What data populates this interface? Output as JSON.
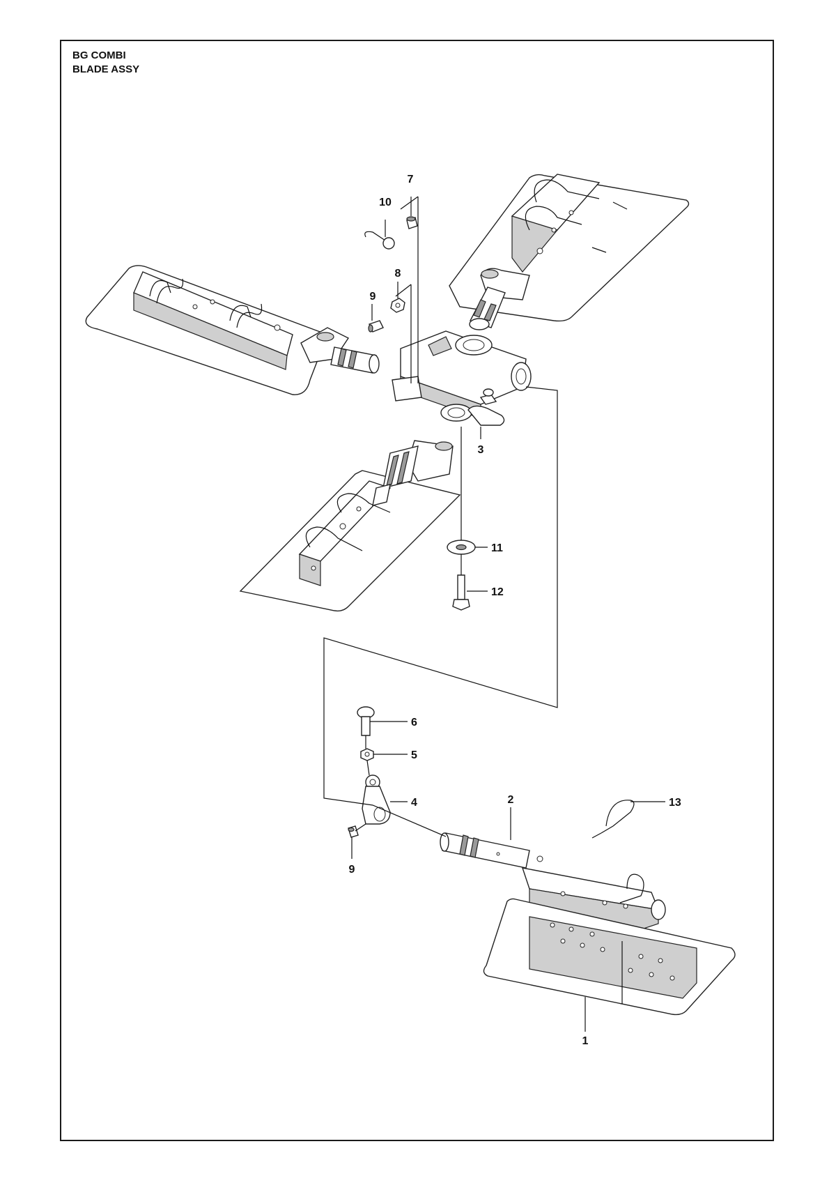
{
  "title": {
    "line1": "BG COMBI",
    "line2": "BLADE ASSY"
  },
  "callouts": [
    {
      "id": "c1",
      "label": "1"
    },
    {
      "id": "c2",
      "label": "2"
    },
    {
      "id": "c3",
      "label": "3"
    },
    {
      "id": "c4",
      "label": "4"
    },
    {
      "id": "c5",
      "label": "5"
    },
    {
      "id": "c6",
      "label": "6"
    },
    {
      "id": "c7",
      "label": "7"
    },
    {
      "id": "c8",
      "label": "8"
    },
    {
      "id": "c9a",
      "label": "9"
    },
    {
      "id": "c9b",
      "label": "9"
    },
    {
      "id": "c10",
      "label": "10"
    },
    {
      "id": "c11",
      "label": "11"
    },
    {
      "id": "c12",
      "label": "12"
    },
    {
      "id": "c13",
      "label": "13"
    }
  ]
}
